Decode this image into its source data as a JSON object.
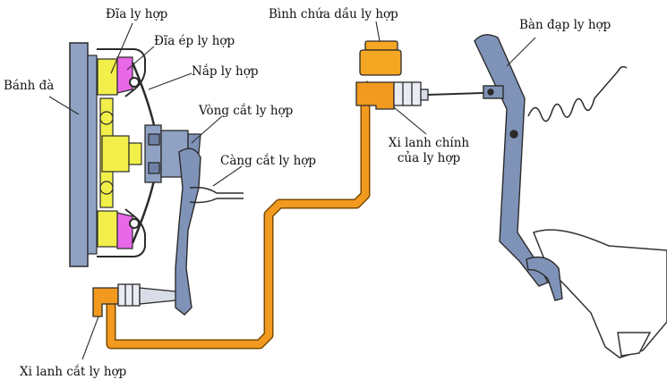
{
  "labels": {
    "flywheel": "Bánh đà",
    "clutch_disc": "Đĩa ly hợp",
    "pressure_plate": "Đĩa ép ly hợp",
    "clutch_cover": "Nắp ly hợp",
    "release_bearing": "Vòng cắt ly hợp",
    "release_fork": "Càng cắt ly hợp",
    "reservoir": "Bình chứa dầu ly hợp",
    "master_cylinder_line1": "Xi lanh chính",
    "master_cylinder_line2": "của ly hợp",
    "pedal": "Bàn đạp ly hợp",
    "slave_cylinder": "Xi lanh cắt ly hợp"
  },
  "colors": {
    "hydraulic_line": "#f29a1f",
    "reservoir": "#f5a623",
    "metal": "#7f93b8",
    "clutch_disc": "#f2ef4a",
    "pressure_plate": "#e868e8",
    "outline": "#2b2b2b"
  }
}
